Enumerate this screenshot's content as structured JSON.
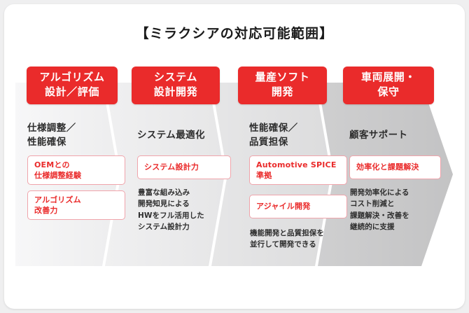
{
  "card": {
    "title": "【ミラクシアの対応可能範囲】"
  },
  "theme": {
    "accent_red": "#ea2b2b",
    "tag_border": "#f0a4ab",
    "text_dark": "#2e2e2e",
    "band_colors": [
      "#f4f4f5",
      "#ededee",
      "#e2e2e3",
      "#c9c9ca"
    ],
    "card_background": "#ffffff",
    "page_background": "#efeff0"
  },
  "columns": [
    {
      "header": "アルゴリズム\n設計／評価",
      "header_line1": "アルゴリズム",
      "header_line2": "設計／評価",
      "subtitle": "仕様調整／\n性能確保",
      "tags": [
        "OEMとの\n仕様調整経験",
        "アルゴリズム\n改善力"
      ],
      "note": ""
    },
    {
      "header": "システム\n設計開発",
      "header_line1": "システム",
      "header_line2": "設計開発",
      "subtitle": "システム最適化",
      "tags": [
        "システム設計力"
      ],
      "note": "豊富な組み込み\n開発知見による\nHWをフル活用した\nシステム設計力"
    },
    {
      "header": "量産ソフト\n開発",
      "header_line1": "量産ソフト",
      "header_line2": "開発",
      "subtitle": "性能確保／\n品質担保",
      "tags": [
        "Automotive SPICE\n準拠",
        "アジャイル開発"
      ],
      "note": "機能開発と品質担保を\n並行して開発できる"
    },
    {
      "header": "車両展開・\n保守",
      "header_line1": "車両展開・",
      "header_line2": "保守",
      "subtitle": "顧客サポート",
      "tags": [
        "効率化と課題解決"
      ],
      "note": "開発効率化による\nコスト削減と\n課題解決・改善を\n継続的に支援"
    }
  ]
}
